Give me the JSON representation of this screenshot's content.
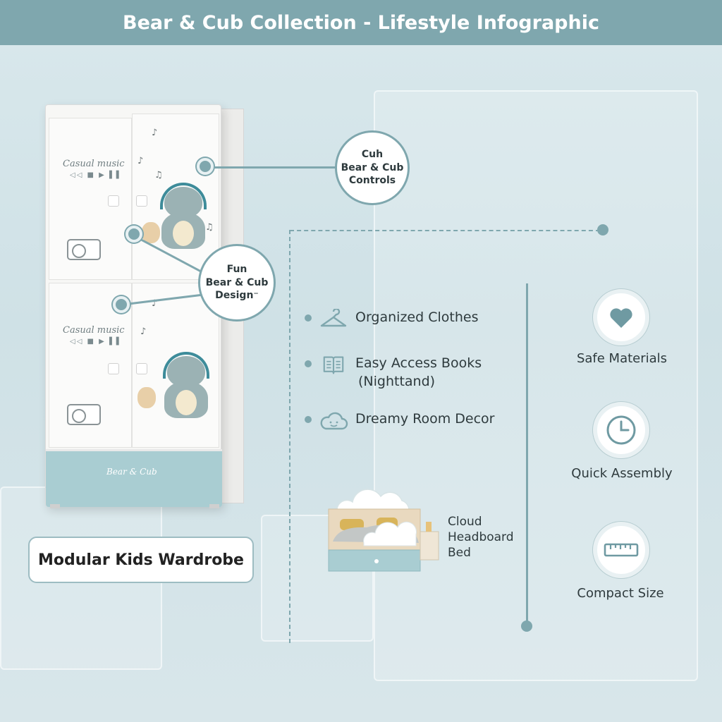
{
  "header": {
    "title": "Bear & Cub Collection - Lifestyle Infographic"
  },
  "wardrobe": {
    "door_text_top": "Casual music",
    "door_text_bottom": "Casual music",
    "controls": "◁◁ ■ ▶ ▌▌",
    "drawer_logo": "Bear & Cub",
    "label": "Modular Kids Wardrobe"
  },
  "callouts": {
    "controls": [
      "Cuh",
      "Bear & Cub",
      "Controls"
    ],
    "design": [
      "Fun",
      "Bear & Cub",
      "Design⁻"
    ]
  },
  "features": [
    {
      "icon": "hanger-icon",
      "label": "Organized Clothes"
    },
    {
      "icon": "book-icon",
      "label": "Easy Access Books",
      "sub": "(Nighttand)"
    },
    {
      "icon": "cloud-icon",
      "label": "Dreamy Room Decor"
    }
  ],
  "bed": {
    "label": [
      "Cloud",
      "Headboard",
      "Bed"
    ]
  },
  "badges": [
    {
      "icon": "heart-icon",
      "label": "Safe Materials"
    },
    {
      "icon": "clock-icon",
      "label": "Quick Assembly"
    },
    {
      "icon": "ruler-icon",
      "label": "Compact Size"
    }
  ],
  "colors": {
    "accent": "#7fa7ae",
    "header_bg": "#7fa7ae",
    "drawer": "#a9cdd2",
    "text": "#2e3a3d"
  }
}
